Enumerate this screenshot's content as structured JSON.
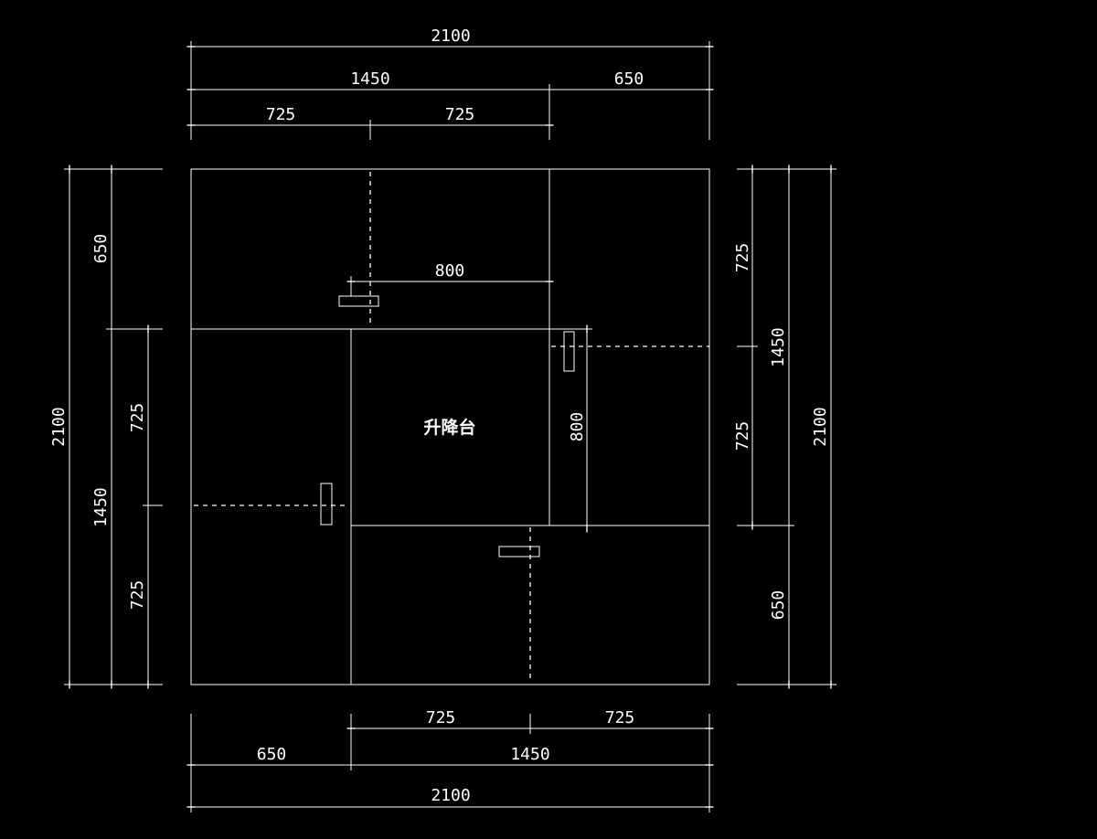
{
  "drawing": {
    "center_label": "升降台",
    "top_dims": {
      "total": "2100",
      "left_part": "1450",
      "right_part": "650",
      "left_half": "725",
      "right_half": "725"
    },
    "bottom_dims": {
      "half_left": "725",
      "half_right": "725",
      "left_part": "650",
      "right_part": "1450",
      "total": "2100"
    },
    "left_dims": {
      "total": "2100",
      "top_part": "650",
      "bottom_part": "1450",
      "upper_half": "725",
      "lower_half": "725"
    },
    "right_dims": {
      "upper_half": "725",
      "lower_half": "725",
      "top_part": "1450",
      "bottom_part": "650",
      "total": "2100"
    },
    "inner_dims": {
      "top_width": "800",
      "right_height": "800"
    }
  }
}
